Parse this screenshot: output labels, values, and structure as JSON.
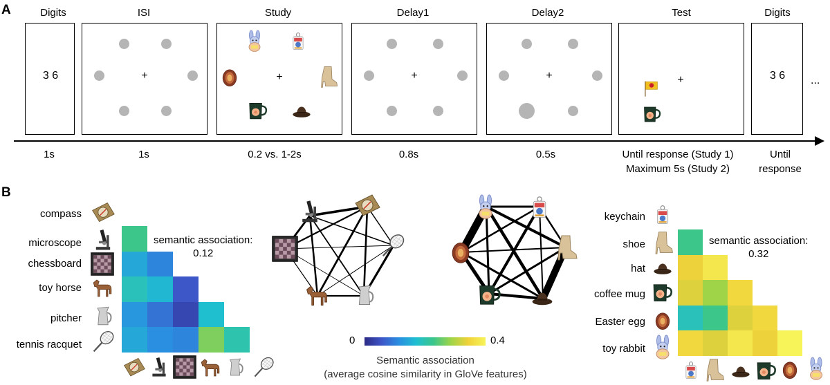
{
  "panels": {
    "a": "A",
    "b": "B"
  },
  "sequence": {
    "digits_label": "Digits",
    "isi_label": "ISI",
    "study_label": "Study",
    "delay1_label": "Delay1",
    "delay2_label": "Delay2",
    "test_label": "Test",
    "digits2_label": "Digits",
    "digits_value": "3 6",
    "digits2_value": "3 6",
    "fixation": "+",
    "ellipsis": "...",
    "times": {
      "digits": "1s",
      "isi": "1s",
      "study": "0.2 vs. 1-2s",
      "delay1": "0.8s",
      "delay2": "0.5s",
      "test_line1": "Until response (Study 1)",
      "test_line2": "Maximum 5s (Study 2)",
      "final_line1": "Until",
      "final_line2": "response"
    }
  },
  "low_set": {
    "items": [
      "compass",
      "microscope",
      "chessboard",
      "toy horse",
      "pitcher",
      "tennis racquet"
    ],
    "association_label": "semantic association:",
    "association_value": "0.12",
    "matrix": [
      [
        0.24
      ],
      [
        0.15,
        0.11
      ],
      [
        0.2,
        0.17,
        0.06
      ],
      [
        0.13,
        0.09,
        0.04,
        0.18
      ],
      [
        0.15,
        0.12,
        0.11,
        0.28,
        0.21
      ]
    ]
  },
  "high_set": {
    "items": [
      "keychain",
      "shoe",
      "hat",
      "coffee mug",
      "Easter egg",
      "toy rabbit"
    ],
    "association_label": "semantic association:",
    "association_value": "0.32",
    "matrix": [
      [
        0.24
      ],
      [
        0.35,
        0.38
      ],
      [
        0.34,
        0.3,
        0.36
      ],
      [
        0.2,
        0.24,
        0.34,
        0.36
      ],
      [
        0.36,
        0.34,
        0.38,
        0.35,
        0.4
      ]
    ]
  },
  "colorbar": {
    "min_label": "0",
    "max_label": "0.4",
    "min": 0,
    "max": 0.4,
    "title_line1": "Semantic association",
    "title_line2": "(average cosine similarity in GloVe features)"
  },
  "colors": {
    "dot": "#b5b5b5",
    "axis": "#000000"
  },
  "icons": [
    "rabbit-icon",
    "keychain-icon",
    "easter-egg-icon",
    "shoe-icon",
    "coffee-mug-icon",
    "hat-icon",
    "flag-icon",
    "compass-icon",
    "microscope-icon",
    "chessboard-icon",
    "toy-horse-icon",
    "pitcher-icon",
    "tennis-racquet-icon"
  ]
}
